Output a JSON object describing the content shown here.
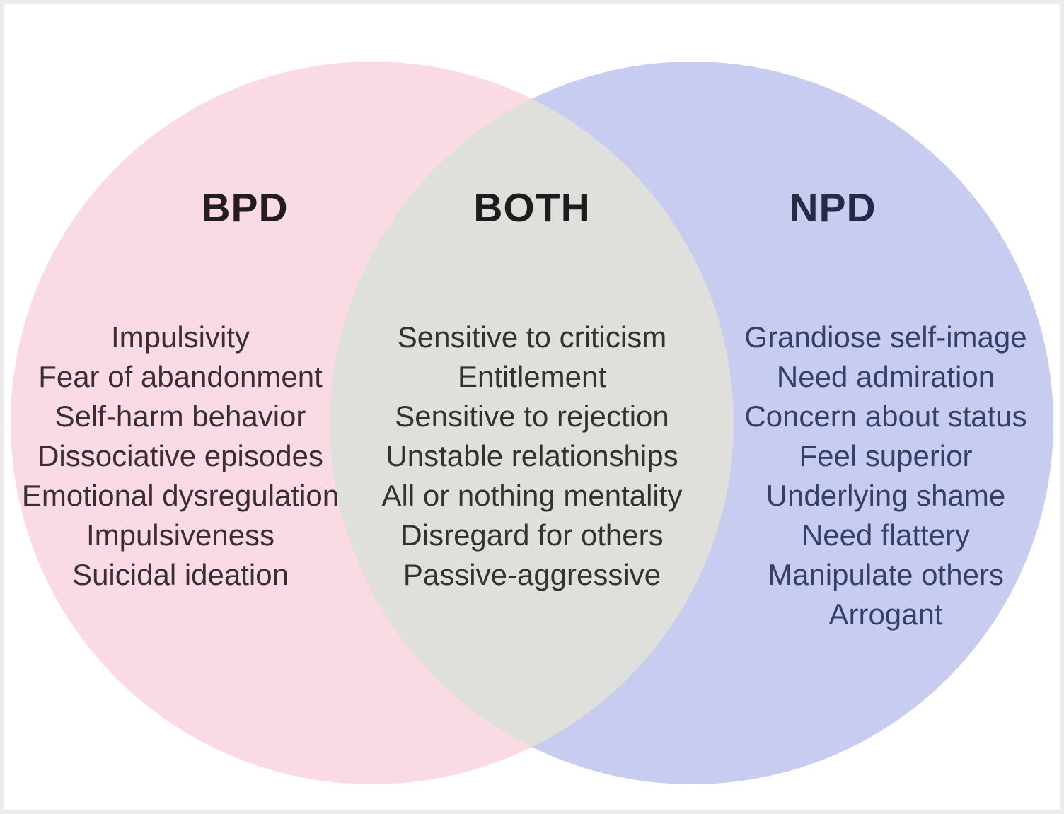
{
  "diagram": {
    "type": "venn-2-circle",
    "left": {
      "title": "BPD",
      "color": "#fadbe3",
      "text_color": "#3a2d33",
      "items": [
        "Impulsivity",
        "Fear of abandonment",
        "Self-harm behavior",
        "Dissociative episodes",
        "Emotional dysregulation",
        "Impulsiveness",
        "Suicidal ideation"
      ]
    },
    "overlap": {
      "title": "BOTH",
      "color": "#dfe0dc",
      "text_color": "#333230",
      "items": [
        "Sensitive to criticism",
        "Entitlement",
        "Sensitive to rejection",
        "Unstable relationships",
        "All or nothing mentality",
        "Disregard for others",
        "Passive-aggressive"
      ]
    },
    "right": {
      "title": "NPD",
      "color": "#c8ccf1",
      "text_color": "#35406a",
      "items": [
        "Grandiose self-image",
        "Need admiration",
        "Concern about status",
        "Feel superior",
        "Underlying shame",
        "Need flattery",
        "Manipulate others",
        "Arrogant"
      ]
    }
  }
}
